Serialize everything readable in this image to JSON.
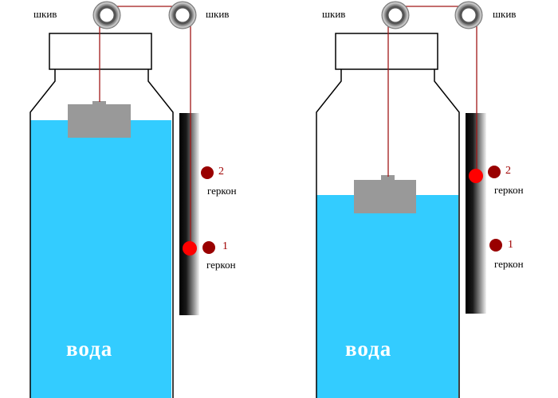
{
  "labels": {
    "pulley": "шкив",
    "water": "вода",
    "reed_switch": "геркон"
  },
  "panels": [
    {
      "name": "left",
      "water_level_state": "high",
      "active_switch": "1",
      "switches": [
        {
          "number": "1",
          "label": "геркон"
        },
        {
          "number": "2",
          "label": "геркон"
        }
      ]
    },
    {
      "name": "right",
      "water_level_state": "low",
      "active_switch": "2",
      "switches": [
        {
          "number": "2",
          "label": "геркон"
        },
        {
          "number": "1",
          "label": "геркон"
        }
      ]
    }
  ],
  "colors": {
    "water": "#33ccff",
    "float": "#999999",
    "rope": "#a01818",
    "switch_dot": "#990000",
    "magnet_active": "#ff0000",
    "outline": "#000000"
  }
}
